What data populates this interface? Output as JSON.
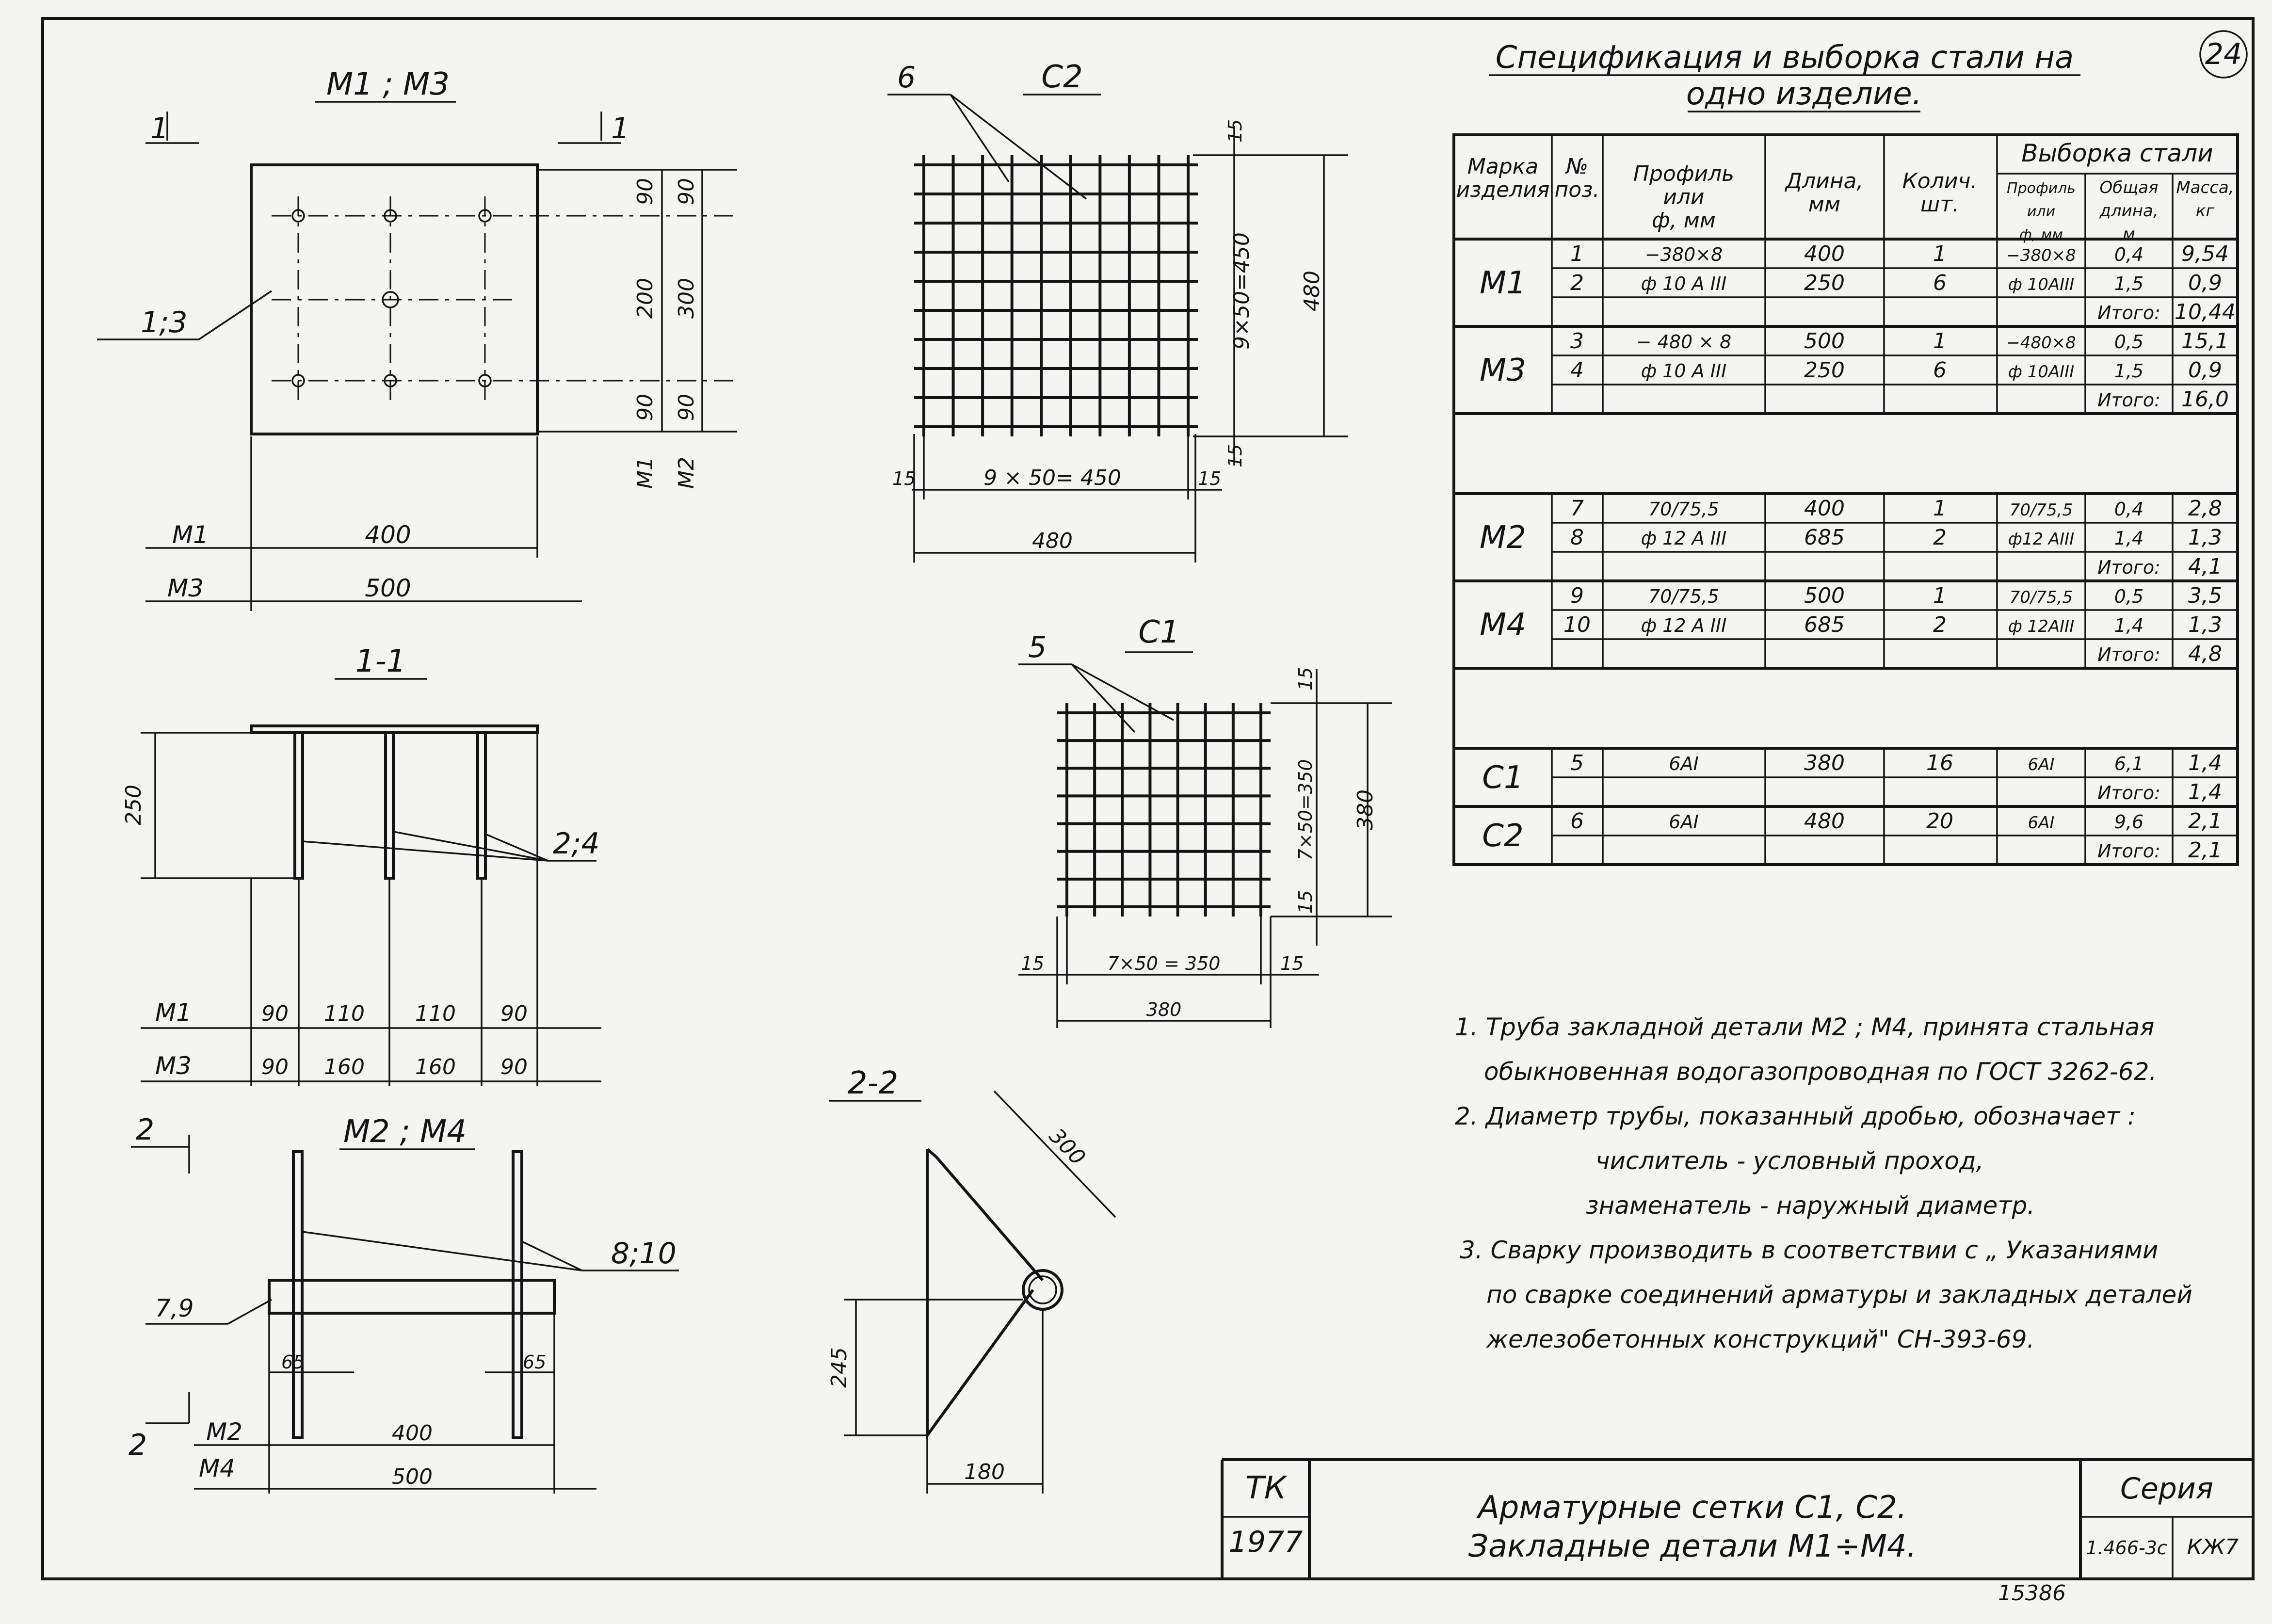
{
  "sheet_number": "24",
  "views": {
    "plate_plan_title": "М1 ; М3",
    "section_mark": "1",
    "section_1_1_title": "1-1",
    "m2m4_title": "М2 ; М4",
    "section_2_mark": "2",
    "section_2_2_title": "2-2",
    "c2_title": "С2",
    "c1_title": "С1",
    "leader_13": "1;3",
    "leader_24": "2;4",
    "leader_810": "8;10",
    "leader_79": "7,9",
    "leader_6": "6",
    "leader_5": "5"
  },
  "dims": {
    "plan_v": [
      "90",
      "200",
      "90",
      "300",
      "90",
      "90"
    ],
    "plan_v_marks": [
      "М1",
      "М2"
    ],
    "plan_h": [
      {
        "mark": "М1",
        "value": "400"
      },
      {
        "mark": "М3",
        "value": "500"
      }
    ],
    "sec11_height": "250",
    "sec11_m1": {
      "mark": "М1",
      "values": [
        "90",
        "110",
        "110",
        "90"
      ]
    },
    "sec11_m3": {
      "mark": "М3",
      "values": [
        "90",
        "160",
        "160",
        "90"
      ]
    },
    "m2m4_65": "65",
    "m2m4_h": [
      {
        "mark": "М2",
        "value": "400"
      },
      {
        "mark": "М4",
        "value": "500"
      }
    ],
    "sec22": {
      "len": "300",
      "h": "245",
      "w": "180"
    },
    "c2": {
      "top": "15",
      "mid": "9×50=450",
      "bot": "15",
      "overall": "480",
      "left": "15",
      "span": "9 × 50= 450",
      "right": "15",
      "width": "480"
    },
    "c1": {
      "top": "15",
      "mid": "7×50=350",
      "bot": "15",
      "overall": "380",
      "left": "15",
      "span": "7×50 = 350",
      "right": "15",
      "width": "380"
    }
  },
  "spec": {
    "title_line1": "Спецификация и выборка стали на",
    "title_line2": "одно изделие.",
    "headers": {
      "mark": [
        "Марка",
        "изделия"
      ],
      "pos": [
        "№",
        "поз."
      ],
      "profile": [
        "Профиль",
        "или",
        "ф, мм"
      ],
      "length": [
        "Длина,",
        "мм"
      ],
      "qty": [
        "Колич.",
        "шт."
      ],
      "selection": "Выборка стали",
      "sel_profile": [
        "Профиль",
        "или",
        "ф, мм"
      ],
      "sel_total": [
        "Общая",
        "длина,",
        "м"
      ],
      "sel_mass": [
        "Масса,",
        "кг"
      ]
    },
    "rows": [
      {
        "mark": "М1",
        "pos": "1",
        "profile": "−380×8",
        "length": "400",
        "qty": "1",
        "s_profile": "−380×8",
        "s_len": "0,4",
        "s_mass": "9,54"
      },
      {
        "mark": "",
        "pos": "2",
        "profile": "ф 10 А III",
        "length": "250",
        "qty": "6",
        "s_profile": "ф 10АIII",
        "s_len": "1,5",
        "s_mass": "0,9"
      },
      {
        "mark": "",
        "pos": "",
        "profile": "",
        "length": "",
        "qty": "",
        "s_profile": "",
        "s_len": "Итого:",
        "s_mass": "10,44"
      },
      {
        "mark": "М3",
        "pos": "3",
        "profile": "− 480 × 8",
        "length": "500",
        "qty": "1",
        "s_profile": "−480×8",
        "s_len": "0,5",
        "s_mass": "15,1"
      },
      {
        "mark": "",
        "pos": "4",
        "profile": "ф 10 А III",
        "length": "250",
        "qty": "6",
        "s_profile": "ф 10АIII",
        "s_len": "1,5",
        "s_mass": "0,9"
      },
      {
        "mark": "",
        "pos": "",
        "profile": "",
        "length": "",
        "qty": "",
        "s_profile": "",
        "s_len": "Итого:",
        "s_mass": "16,0"
      },
      {
        "mark": "М2",
        "pos": "7",
        "profile": "70/75,5",
        "length": "400",
        "qty": "1",
        "s_profile": "70/75,5",
        "s_len": "0,4",
        "s_mass": "2,8"
      },
      {
        "mark": "",
        "pos": "8",
        "profile": "ф 12 А III",
        "length": "685",
        "qty": "2",
        "s_profile": "ф12 АIII",
        "s_len": "1,4",
        "s_mass": "1,3"
      },
      {
        "mark": "",
        "pos": "",
        "profile": "",
        "length": "",
        "qty": "",
        "s_profile": "",
        "s_len": "Итого:",
        "s_mass": "4,1"
      },
      {
        "mark": "М4",
        "pos": "9",
        "profile": "70/75,5",
        "length": "500",
        "qty": "1",
        "s_profile": "70/75,5",
        "s_len": "0,5",
        "s_mass": "3,5"
      },
      {
        "mark": "",
        "pos": "10",
        "profile": "ф 12 А III",
        "length": "685",
        "qty": "2",
        "s_profile": "ф 12АIII",
        "s_len": "1,4",
        "s_mass": "1,3"
      },
      {
        "mark": "",
        "pos": "",
        "profile": "",
        "length": "",
        "qty": "",
        "s_profile": "",
        "s_len": "Итого:",
        "s_mass": "4,8"
      },
      {
        "mark": "С1",
        "pos": "5",
        "profile": "6АI",
        "length": "380",
        "qty": "16",
        "s_profile": "6АI",
        "s_len": "6,1",
        "s_mass": "1,4"
      },
      {
        "mark": "",
        "pos": "",
        "profile": "",
        "length": "",
        "qty": "",
        "s_profile": "",
        "s_len": "Итого:",
        "s_mass": "1,4"
      },
      {
        "mark": "С2",
        "pos": "6",
        "profile": "6АI",
        "length": "480",
        "qty": "20",
        "s_profile": "6АI",
        "s_len": "9,6",
        "s_mass": "2,1"
      },
      {
        "mark": "",
        "pos": "",
        "profile": "",
        "length": "",
        "qty": "",
        "s_profile": "",
        "s_len": "Итого:",
        "s_mass": "2,1"
      }
    ]
  },
  "notes": [
    "1. Труба закладной детали М2 ; М4, принята стальная",
    "обыкновенная водогазопроводная по ГОСТ 3262-62.",
    "2. Диаметр трубы, показанный дробью, обозначает :",
    "числитель - условный проход,",
    "знаменатель - наружный диаметр.",
    "3. Сварку производить в соответствии с „ Указаниями",
    "по сварке соединений арматуры и закладных деталей",
    "железобетонных конструкций\" СН-393-69."
  ],
  "title_block": {
    "org": "ТК",
    "year": "1977",
    "title_line1": "Арматурные сетки С1, С2.",
    "title_line2": "Закладные детали М1÷М4.",
    "series_label": "Серия",
    "series_code": "1.466-3с",
    "sheet_code": "КЖ7"
  },
  "stamp_number": "15386",
  "colors": {
    "ink": "#141414",
    "paper": "#f4f4f2"
  }
}
